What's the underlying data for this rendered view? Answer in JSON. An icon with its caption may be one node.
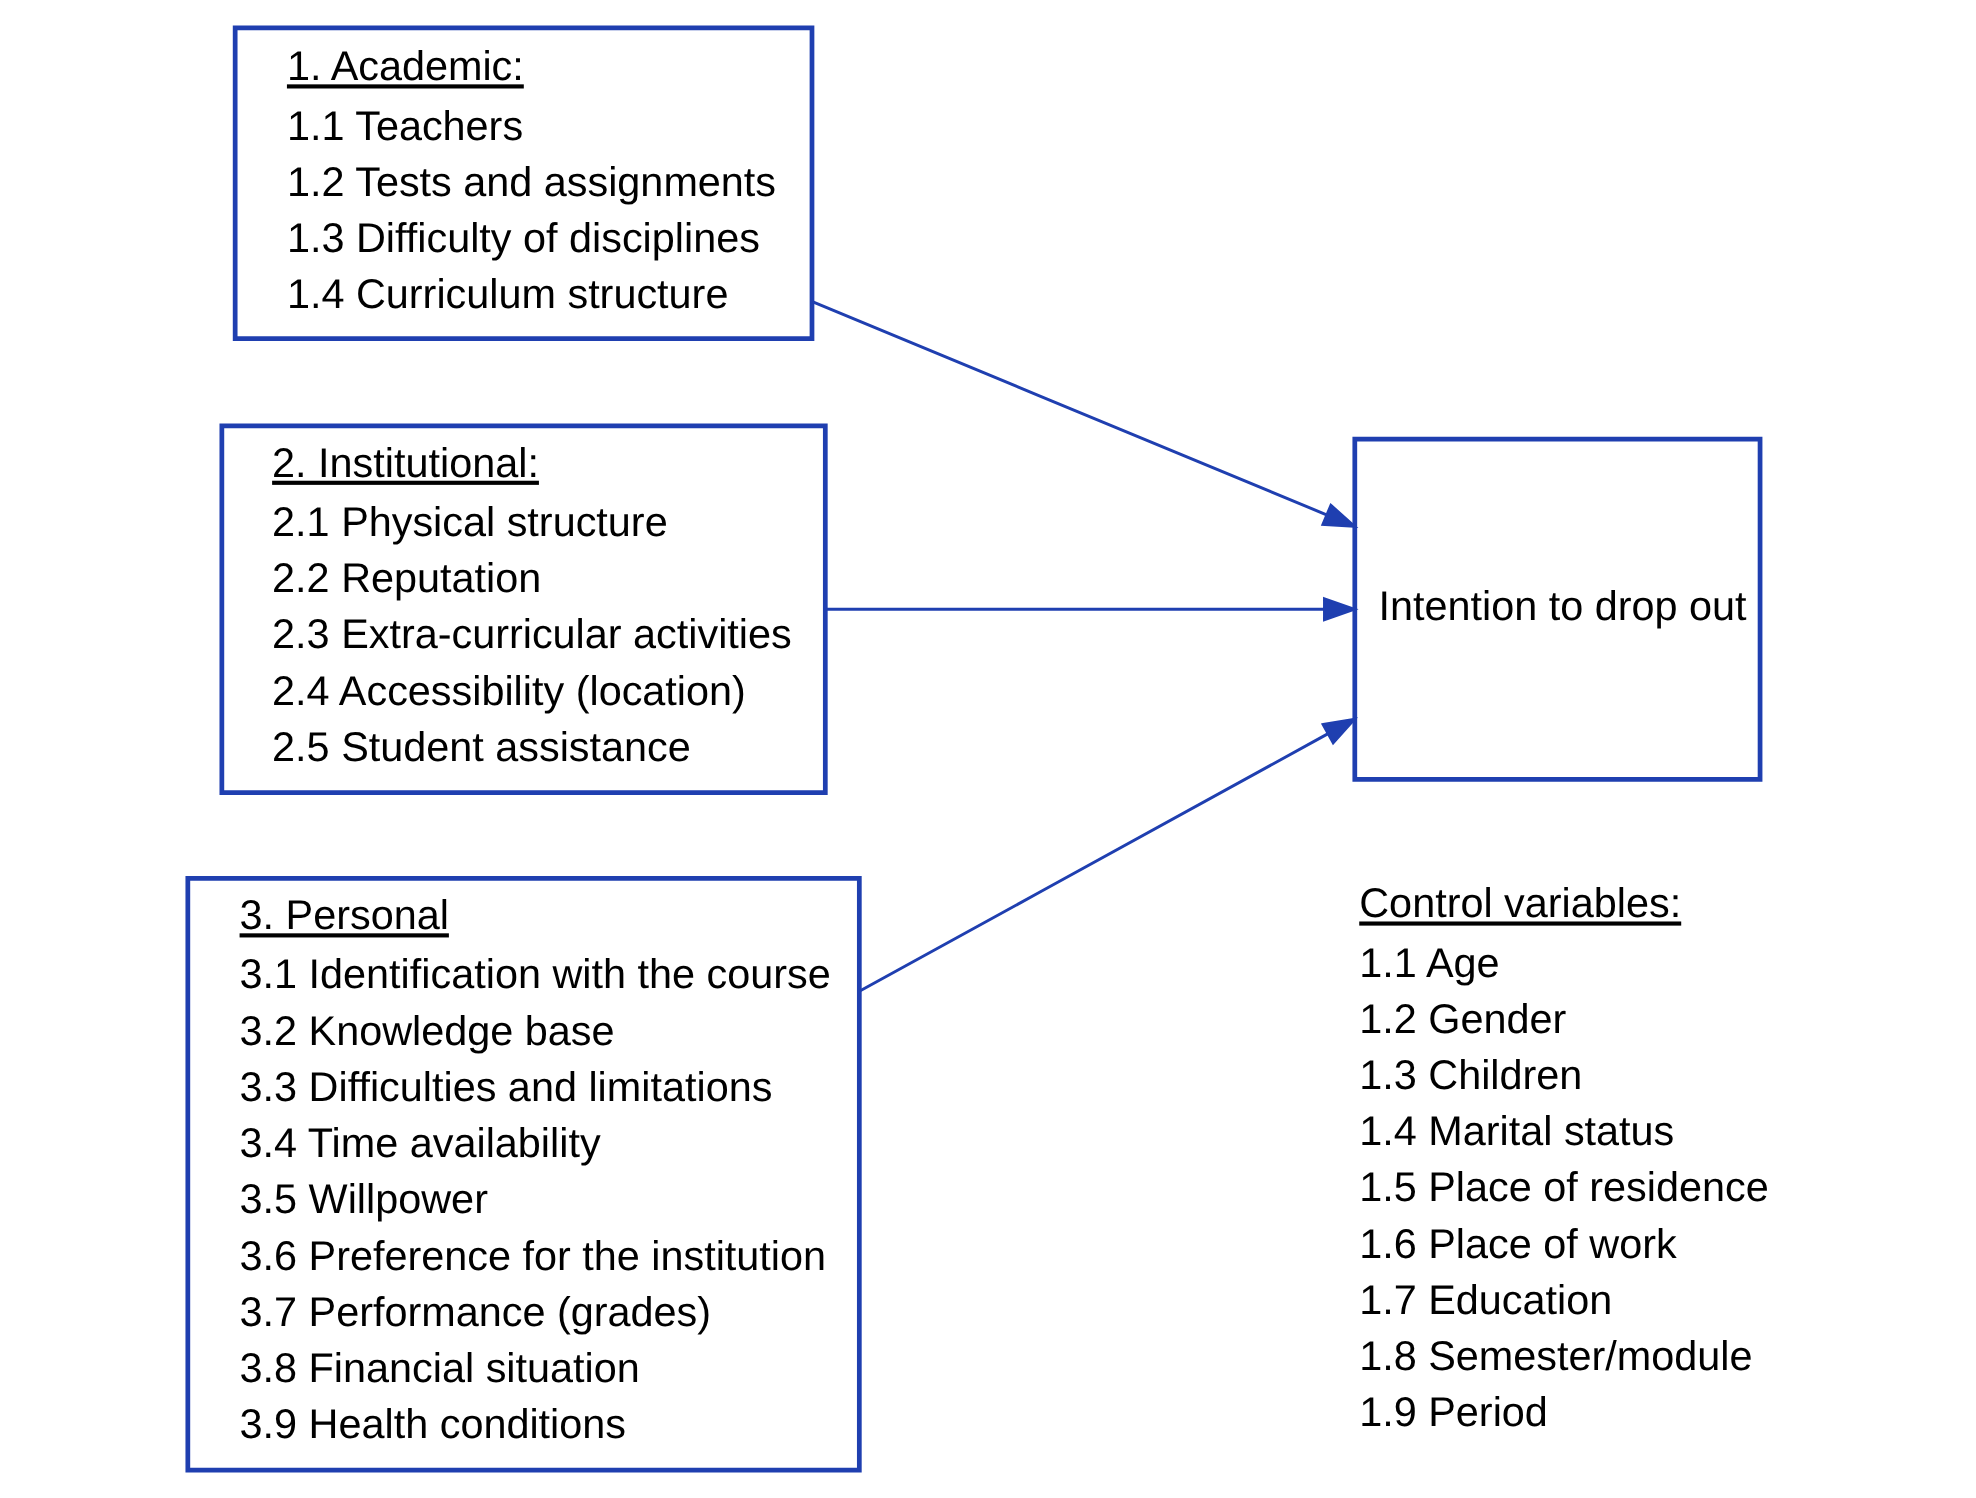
{
  "diagram": {
    "nodes": [
      {
        "text": [
          "1. Academic:",
          "1.1 Teachers",
          "1.2 Tests and assignments",
          "1.3 Difficulty of disciplines",
          "1.4 Curriculum structure"
        ]
      },
      {
        "text": [
          "2. Institutional:",
          "2.1 Physical structure",
          "2.2 Reputation",
          "2.3 Extra-curricular activities",
          "2.4 Accessibility (location)",
          "2.5 Student assistance"
        ]
      },
      {
        "text": [
          "3. Personal",
          "3.1 Identification with the course",
          "3.2 Knowledge base",
          "3.3 Difficulties and limitations",
          "3.4 Time availability",
          "3.5 Willpower",
          "3.6 Preference for the institution",
          "3.7 Performance (grades)",
          "3.8 Financial situation",
          "3.9 Health conditions"
        ]
      },
      {
        "text": [
          "Intention to drop out"
        ]
      }
    ],
    "edges": [
      {
        "from": 0,
        "to": 3,
        "arrow": "to"
      },
      {
        "from": 1,
        "to": 3,
        "arrow": "to"
      },
      {
        "from": 2,
        "to": 3,
        "arrow": "to"
      }
    ],
    "labels": [
      "Control variables:",
      "1.1 Age",
      "1.2 Gender",
      "1.3 Children",
      "1.4 Marital status",
      "1.5 Place of residence",
      "1.6 Place of work",
      "1.7 Education",
      "1.8 Semester/module",
      "1.9 Period"
    ]
  }
}
